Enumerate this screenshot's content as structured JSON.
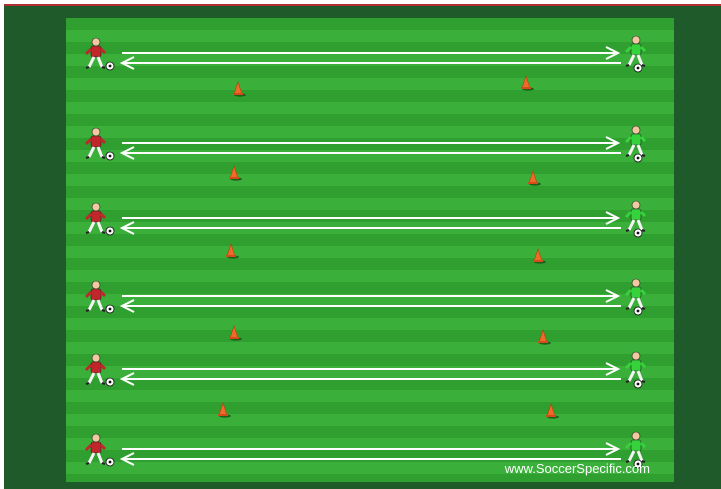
{
  "diagram": {
    "watermark": "www.SoccerSpecific.com",
    "colors": {
      "field_stripe_a": "#2fa02f",
      "field_stripe_b": "#3ab03a",
      "border": "#1f5b2a",
      "arrow": "#ffffff",
      "team_red": "#c0262a",
      "team_green": "#36d23c",
      "cone": "#f06a2a"
    },
    "lanes": [
      {
        "id": 1
      },
      {
        "id": 2
      },
      {
        "id": 3
      },
      {
        "id": 4
      },
      {
        "id": 5
      },
      {
        "id": 6
      }
    ]
  }
}
